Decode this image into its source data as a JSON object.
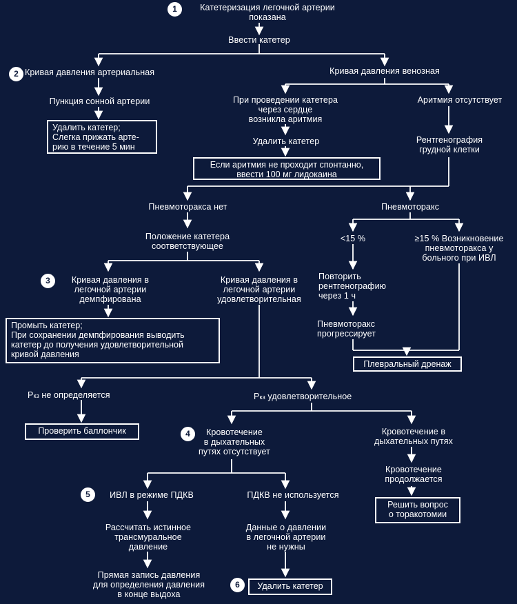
{
  "colors": {
    "background": "#0d1a3a",
    "line": "#ffffff"
  },
  "step_numbers": [
    "1",
    "2",
    "3",
    "4",
    "5",
    "6"
  ],
  "nodes": {
    "catheterization": "Катетеризация легочной артерии\nпоказана",
    "insert_catheter": "Ввести катетер",
    "arterial_curve": "Кривая давления артериальная",
    "venous_curve": "Кривая давления венозная",
    "carotid_puncture": "Пункция сонной артерии",
    "remove_catheter_press": "Удалить катетер;\nСлегка прижать арте-\nрию в течение 5 мин",
    "arrhythmia_occurred": "При проведении катетера\nчерез сердце\nвозникла аритмия",
    "arrhythmia_absent": "Аритмия отсутствует",
    "remove_catheter_1": "Удалить катетер",
    "lidocaine": "Если аритмия не проходит спонтанно,\nввести 100 мг лидокаина",
    "chest_xray": "Рентгенография\nгрудной клетки",
    "no_pneumothorax": "Пневмоторакса нет",
    "pneumothorax": "Пневмоторакс",
    "position_ok": "Положение катетера\nсоответствующее",
    "lt15": "<15 %",
    "ge15": "≥15 % Возникновение\nпневмоторакса у\nбольного при ИВЛ",
    "damped_curve": "Кривая давления в\nлегочной артерии\nдемпфирована",
    "satisfactory_curve": "Кривая давления в\nлегочной артерии\nудовлетворительная",
    "repeat_xray": "Повторить\nрентгенографию\nчерез 1 ч",
    "flush_catheter": "Промыть катетер;\nПри сохранении демпфирования выводить\nкатетер до получения удовлетворительной\nкривой давления",
    "pneumothorax_progress": "Пневмоторакс\nпрогрессирует",
    "pleural_drain": "Плевральный дренаж",
    "pkz_sub": "кз",
    "pkz_not_determined": "не определяется",
    "pkz_satisfactory": "удовлетворительное",
    "check_balloon": "Проверить баллончик",
    "no_bleeding": "Кровотечение\nв дыхательных\nпутях отсутствует",
    "bleeding": "Кровотечение в\nдыхательных путях",
    "bleeding_continues": "Кровотечение\nпродолжается",
    "thoracotomy": "Решить вопрос\nо торакотомии",
    "ivl_pdkv": "ИВЛ в режиме ПДКВ",
    "pdkv_not_used": "ПДКВ не используется",
    "calc_transmural": "Рассчитать истинное\nтрансмуральное\nдавление",
    "data_not_needed": "Данные о давлении\nв легочной артерии\nне нужны",
    "direct_record": "Прямая запись давления\nдля определения давления\nв конце выдоха",
    "remove_catheter_final": "Удалить катетер"
  }
}
